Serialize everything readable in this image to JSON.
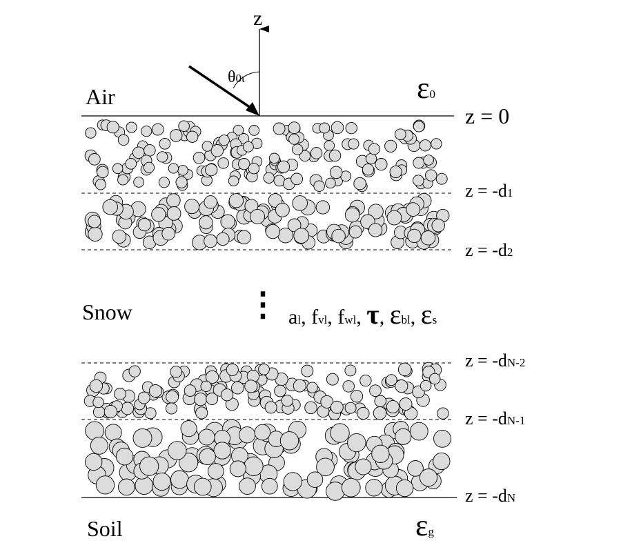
{
  "axis_label": "z",
  "angle_label": {
    "symbol": "θ",
    "sub": "0ι"
  },
  "media": {
    "air": "Air",
    "snow": "Snow",
    "soil": "Soil"
  },
  "permittivity": {
    "air": {
      "symbol": "ε",
      "sub": "0"
    },
    "soil": {
      "symbol": "ε",
      "sub": "g"
    }
  },
  "boundaries": [
    {
      "main": "z = 0",
      "sub": ""
    },
    {
      "main": "z = -d",
      "sub": "1"
    },
    {
      "main": "z = -d",
      "sub": "2"
    },
    {
      "main": "z = -d",
      "sub": "N-2"
    },
    {
      "main": "z = -d",
      "sub": "N-1"
    },
    {
      "main": "z = -d",
      "sub": "N"
    }
  ],
  "ellipsis": "⋮",
  "parameters": {
    "a": "a",
    "a_sub": "l",
    "sep": ", ",
    "fv": "f",
    "fv_sub": "vl",
    "fw": "f",
    "fw_sub": "wl",
    "tau": "τ",
    "eb": "ε",
    "eb_sub": "bl",
    "es": "ε",
    "es_sub": "s"
  },
  "colors": {
    "particle_fill": "#dcdcdc",
    "line": "#000000"
  }
}
